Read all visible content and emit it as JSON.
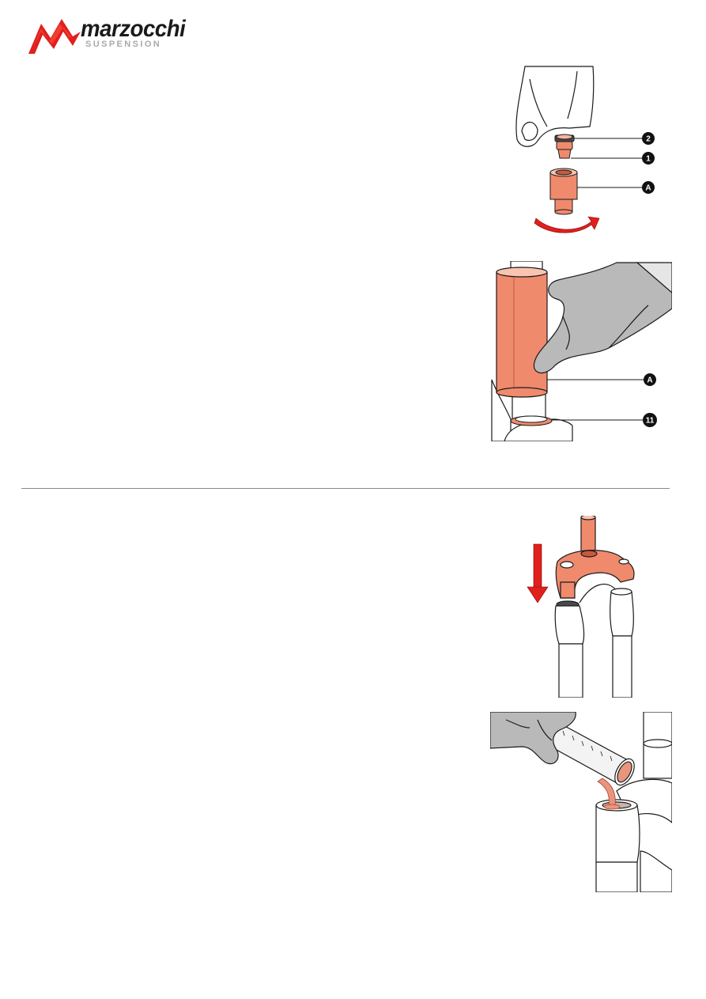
{
  "brand": {
    "name": "marzocchi",
    "tagline": "SUSPENSION"
  },
  "figures": [
    {
      "callouts": [
        "2",
        "1",
        "A"
      ]
    },
    {
      "callouts": [
        "A",
        "11"
      ]
    },
    {
      "callouts": []
    },
    {
      "callouts": []
    }
  ],
  "colors": {
    "accent": "#f08a6c",
    "accent_dark": "#c75a3e",
    "arrow_red": "#e0201c",
    "glove_gray": "#b9b9b9",
    "line": "#1a1a1a",
    "divider": "#8a8a8a"
  }
}
